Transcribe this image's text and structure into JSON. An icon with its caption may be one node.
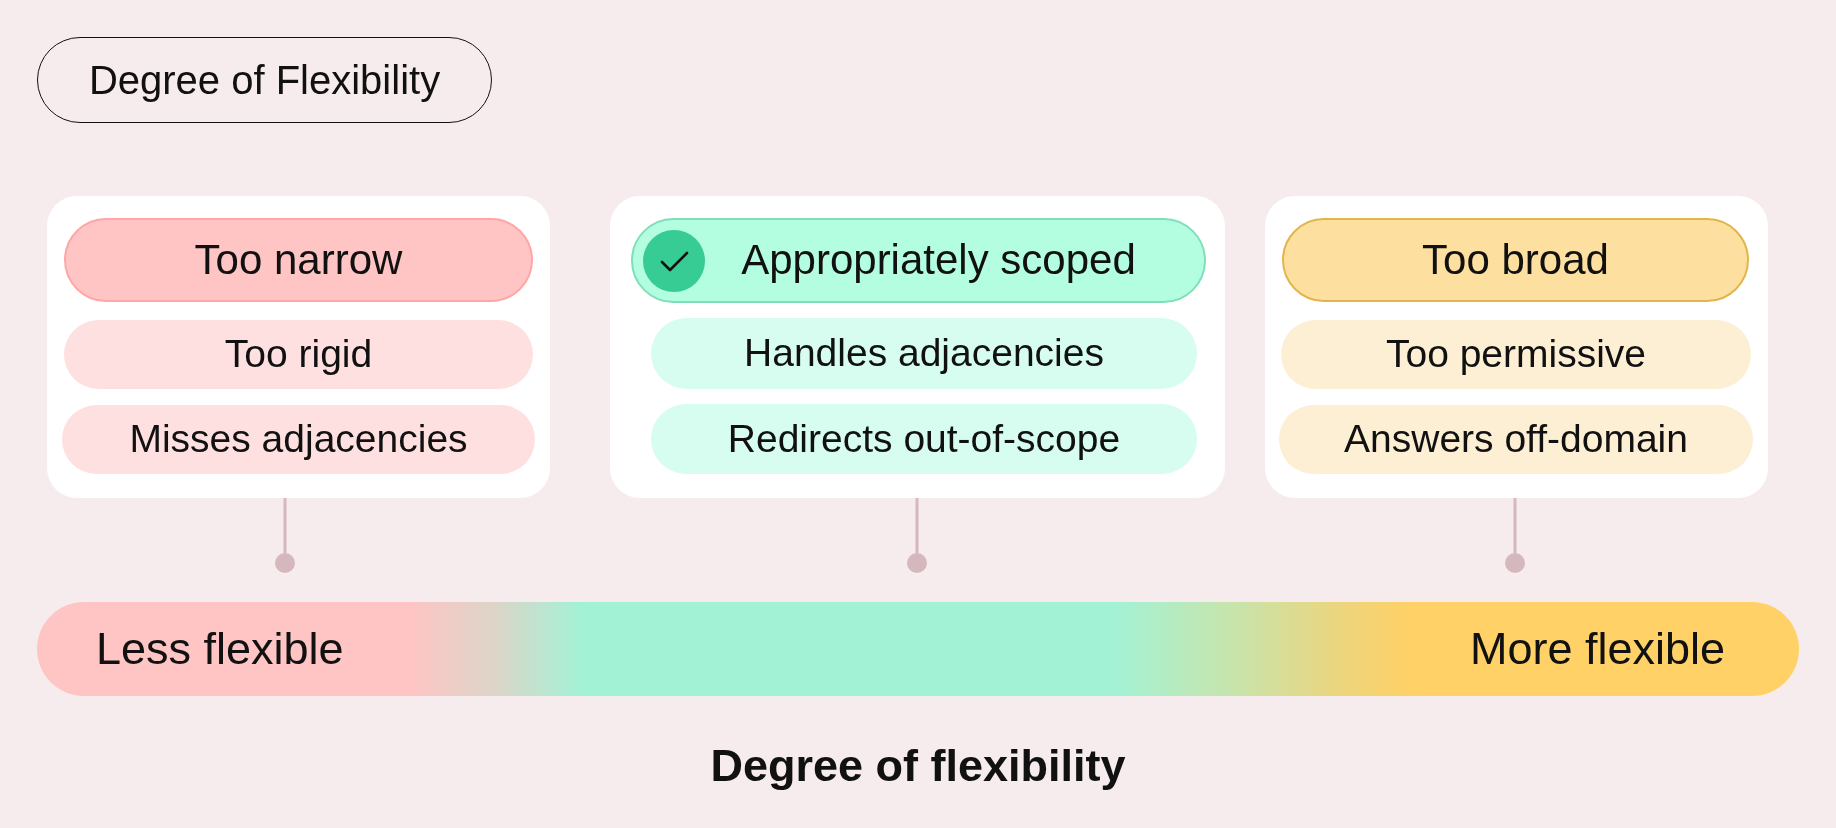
{
  "diagram": {
    "caption": "Degree of flexibility",
    "nodes": [
      {
        "text": [
          "Degree of Flexibility"
        ]
      },
      {
        "text": [],
        "shape": "box"
      },
      {
        "text": [
          "Too narrow"
        ],
        "in": 1
      },
      {
        "text": [
          "Too rigid"
        ],
        "in": 1
      },
      {
        "text": [
          "Misses adjacencies"
        ],
        "in": 1
      },
      {
        "text": [],
        "shape": "box"
      },
      {
        "text": [
          "Appropriately scoped"
        ],
        "in": 5
      },
      {
        "text": [
          "Handles adjacencies"
        ],
        "in": 5
      },
      {
        "text": [
          "Redirects out-of-scope"
        ],
        "in": 5
      },
      {
        "text": [],
        "shape": "box"
      },
      {
        "text": [
          "Too broad"
        ],
        "in": 9
      },
      {
        "text": [
          "Too permissive"
        ],
        "in": 9
      },
      {
        "text": [
          "Answers off-domain"
        ],
        "in": 9
      },
      {
        "text": [],
        "shape": "circle"
      },
      {
        "text": [],
        "shape": "circle"
      },
      {
        "text": [],
        "shape": "circle"
      },
      {
        "text": [
          "Less flexible",
          "More flexible"
        ]
      }
    ],
    "edges": [
      {
        "from": 1,
        "to": 13,
        "arrow": "none"
      },
      {
        "from": 5,
        "to": 14,
        "arrow": "none"
      },
      {
        "from": 9,
        "to": 15,
        "arrow": "none"
      }
    ]
  }
}
